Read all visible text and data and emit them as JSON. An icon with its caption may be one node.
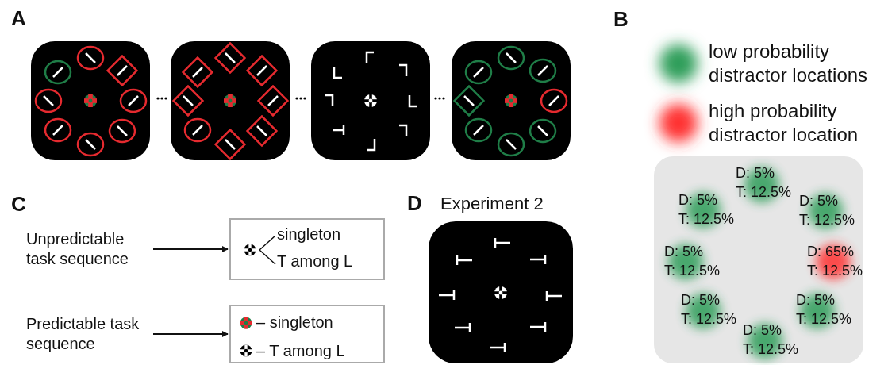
{
  "diagram": {
    "nodes": [
      {
        "text": [
          "Unpredictable task sequence"
        ]
      },
      {
        "text": [
          "singleton",
          "T among L"
        ]
      },
      {
        "text": [
          "Predictable task sequence"
        ]
      },
      {
        "text": [
          "– singleton",
          "– T among L"
        ]
      }
    ],
    "edges": [
      {
        "from": 0,
        "to": 1,
        "arrow": "to"
      },
      {
        "from": 2,
        "to": 3,
        "arrow": "to"
      }
    ],
    "labels": [
      "A",
      "B",
      "C",
      "D",
      "Experiment 2",
      "D: 5%",
      "T: 12.5%",
      "D: 5%",
      "T: 12.5%",
      "D: 5%",
      "T: 12.5%",
      "D: 5%",
      "T: 12.5%",
      "D: 65%",
      "T: 12.5%",
      "D: 5%",
      "T: 12.5%",
      "D: 5%",
      "T: 12.5%",
      "D: 5%",
      "T: 12.5%"
    ],
    "legend": [
      {
        "text": "low probability distractor locations",
        "color": "#2e9e5a"
      },
      {
        "text": "high probability distractor location",
        "color": "#ff3030"
      }
    ]
  }
}
